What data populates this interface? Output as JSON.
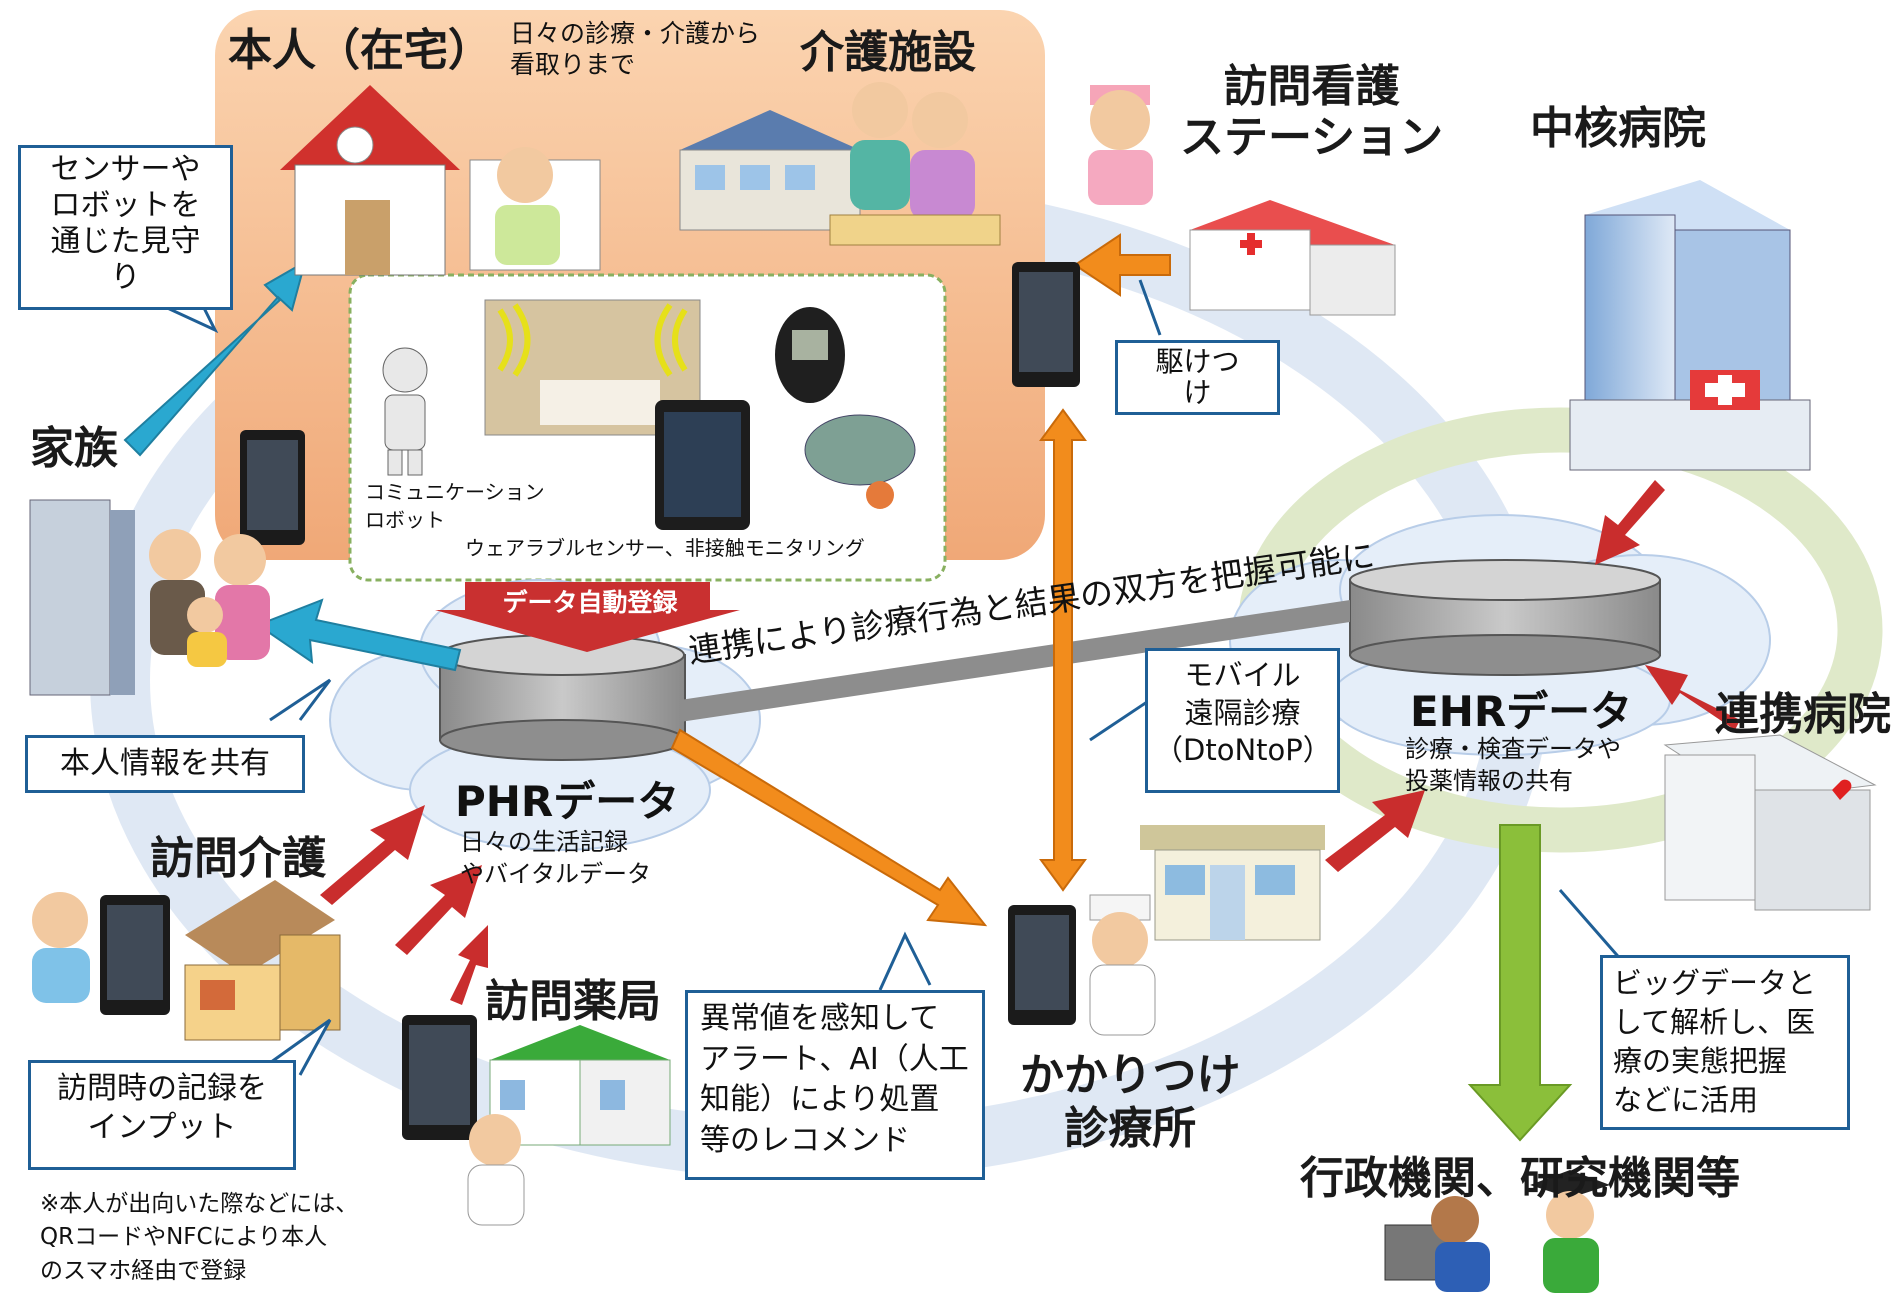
{
  "colors": {
    "home_area": "#f8c8a0",
    "sensor_box_border": "#88b060",
    "blue_arrow": "#2aa8d0",
    "red_arrow": "#c92d2d",
    "orange_arrow": "#f28c1c",
    "green_arrow": "#8bbf3a",
    "callout_border": "#1f5f96",
    "db_fill": "#a5a5a5",
    "cloud_fill": "#e5eef9"
  },
  "home": {
    "title": "本人（在宅）",
    "subtitle": "日々の診療・介護から\n看取りまで",
    "facility_label": "介護施設"
  },
  "devices": {
    "robot_label": "コミュニケーション\nロボット",
    "wearable_label": "ウェアラブルセンサー、非接触モニタリング"
  },
  "auto_register": "データ自動登録",
  "family": {
    "label": "家族",
    "sensor_callout": "センサーや\nロボットを\n通じた見守\nり",
    "share_callout": "本人情報を共有"
  },
  "visit_care": {
    "label": "訪問介護",
    "input_callout": "訪問時の記録を\nインプット",
    "footnote": "※本人が出向いた際などには、\nQRコードやNFCにより本人\nのスマホ経由で登録"
  },
  "pharmacy": {
    "label": "訪問薬局"
  },
  "phr": {
    "title": "PHRデータ",
    "desc": "日々の生活記録\nやバイタルデータ"
  },
  "link_text": "連携により診療行為と結果の双方を把握可能に",
  "nursing": {
    "label": "訪問看護\nステーション",
    "rush_callout": "駆けつ\nけ"
  },
  "core_hospital": {
    "label": "中核病院"
  },
  "mobile": {
    "callout": "モバイル\n遠隔診療\n（DtoNtoP）"
  },
  "ehr": {
    "title": "EHRデータ",
    "desc": "診療・検査データや\n投薬情報の共有"
  },
  "partner_hospital": {
    "label": "連携病院"
  },
  "alert": {
    "callout": "異常値を感知して\nアラート、AI（人工\n知能）により処置\n等のレコメンド"
  },
  "clinic": {
    "label": "かかりつけ\n診療所"
  },
  "bigdata": {
    "callout": "ビッグデータと\nして解析し、医\n療の実態把握\nなどに活用"
  },
  "admin": {
    "label": "行政機関、研究機関等"
  }
}
